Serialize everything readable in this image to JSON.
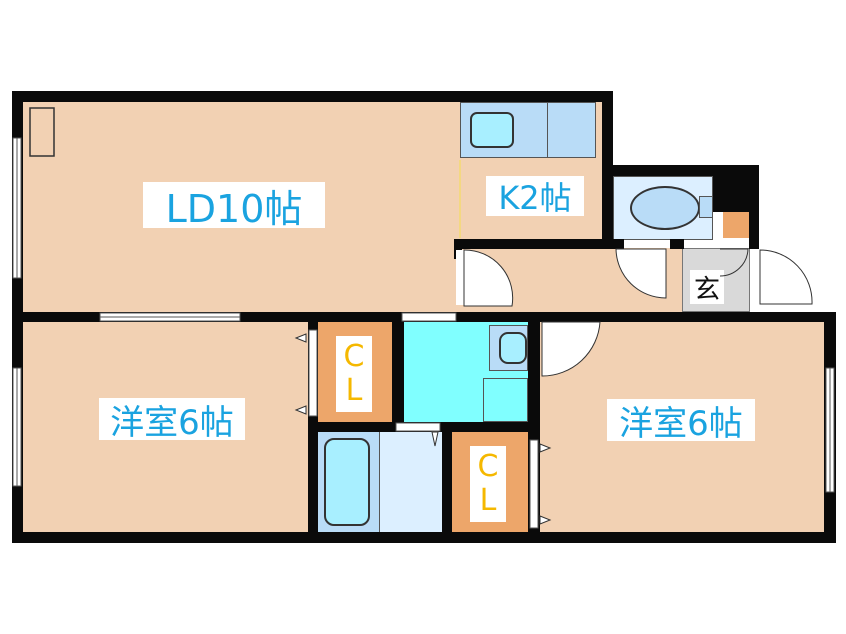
{
  "floorplan": {
    "rooms": [
      {
        "id": "ld",
        "label": "LD10帖",
        "type": "living-dining"
      },
      {
        "id": "k",
        "label": "K2帖",
        "type": "kitchen"
      },
      {
        "id": "western_left",
        "label": "洋室6帖",
        "type": "western-room"
      },
      {
        "id": "western_right",
        "label": "洋室6帖",
        "type": "western-room"
      },
      {
        "id": "entrance",
        "label": "玄",
        "type": "entrance"
      },
      {
        "id": "closet_1",
        "label_c": "C",
        "label_l": "L",
        "type": "closet"
      },
      {
        "id": "closet_2",
        "label_c": "C",
        "label_l": "L",
        "type": "closet"
      }
    ],
    "fixtures": [
      "kitchen-sink",
      "toilet",
      "washbasin",
      "bathtub",
      "washing-machine-space",
      "shoe-box"
    ],
    "colors": {
      "wall": "#0a0a0a",
      "floor": "#f2d1b3",
      "wet_area": "#80ffff",
      "bath": "#dcefff",
      "closet": "#eda66a",
      "entrance": "#d9d9d9",
      "label_text": "#1aa3e0",
      "closet_text": "#f5b800"
    }
  }
}
